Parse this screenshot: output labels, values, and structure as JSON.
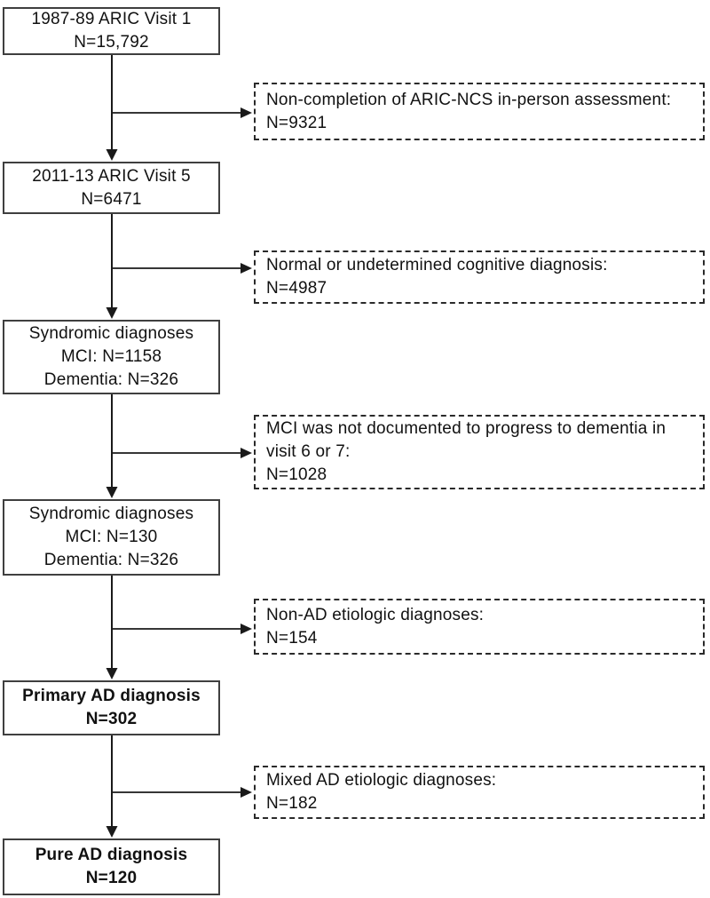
{
  "page": {
    "background_color": "#ffffff",
    "text_color": "#111111",
    "solid_box_border_color": "#3f3f3f",
    "dashed_box_border_color": "#2a2a2a",
    "arrow_color": "#1a1a1a"
  },
  "flowchart": {
    "main_boxes": [
      {
        "name": "aric-visit-1",
        "bold": false,
        "lines": [
          "1987-89 ARIC Visit 1",
          "N=15,792"
        ]
      },
      {
        "name": "aric-visit-5",
        "bold": false,
        "lines": [
          "2011-13 ARIC Visit 5",
          "N=6471"
        ]
      },
      {
        "name": "syndromic-diagnoses-initial",
        "bold": false,
        "lines": [
          "Syndromic diagnoses",
          "MCI: N=1158",
          "Dementia: N=326"
        ]
      },
      {
        "name": "syndromic-diagnoses-refined",
        "bold": false,
        "lines": [
          "Syndromic diagnoses",
          "MCI: N=130",
          "Dementia: N=326"
        ]
      },
      {
        "name": "primary-ad-diagnosis",
        "bold": true,
        "lines": [
          "Primary AD diagnosis",
          "N=302"
        ]
      },
      {
        "name": "pure-ad-diagnosis",
        "bold": true,
        "lines": [
          "Pure AD diagnosis",
          "N=120"
        ]
      }
    ],
    "exclusion_boxes": [
      {
        "name": "non-completion",
        "lines": [
          "Non-completion of ARIC-NCS in-person assessment:",
          "N=9321"
        ]
      },
      {
        "name": "normal-or-undetermined",
        "lines": [
          "Normal or undetermined cognitive diagnosis:",
          "N=4987"
        ]
      },
      {
        "name": "mci-no-progression",
        "lines": [
          "MCI was not documented to progress to dementia in",
          "visit 6 or 7:",
          "N=1028"
        ]
      },
      {
        "name": "non-ad-etiologic",
        "lines": [
          "Non-AD etiologic diagnoses:",
          "N=154"
        ]
      },
      {
        "name": "mixed-ad-etiologic",
        "lines": [
          "Mixed AD etiologic diagnoses:",
          "N=182"
        ]
      }
    ]
  }
}
